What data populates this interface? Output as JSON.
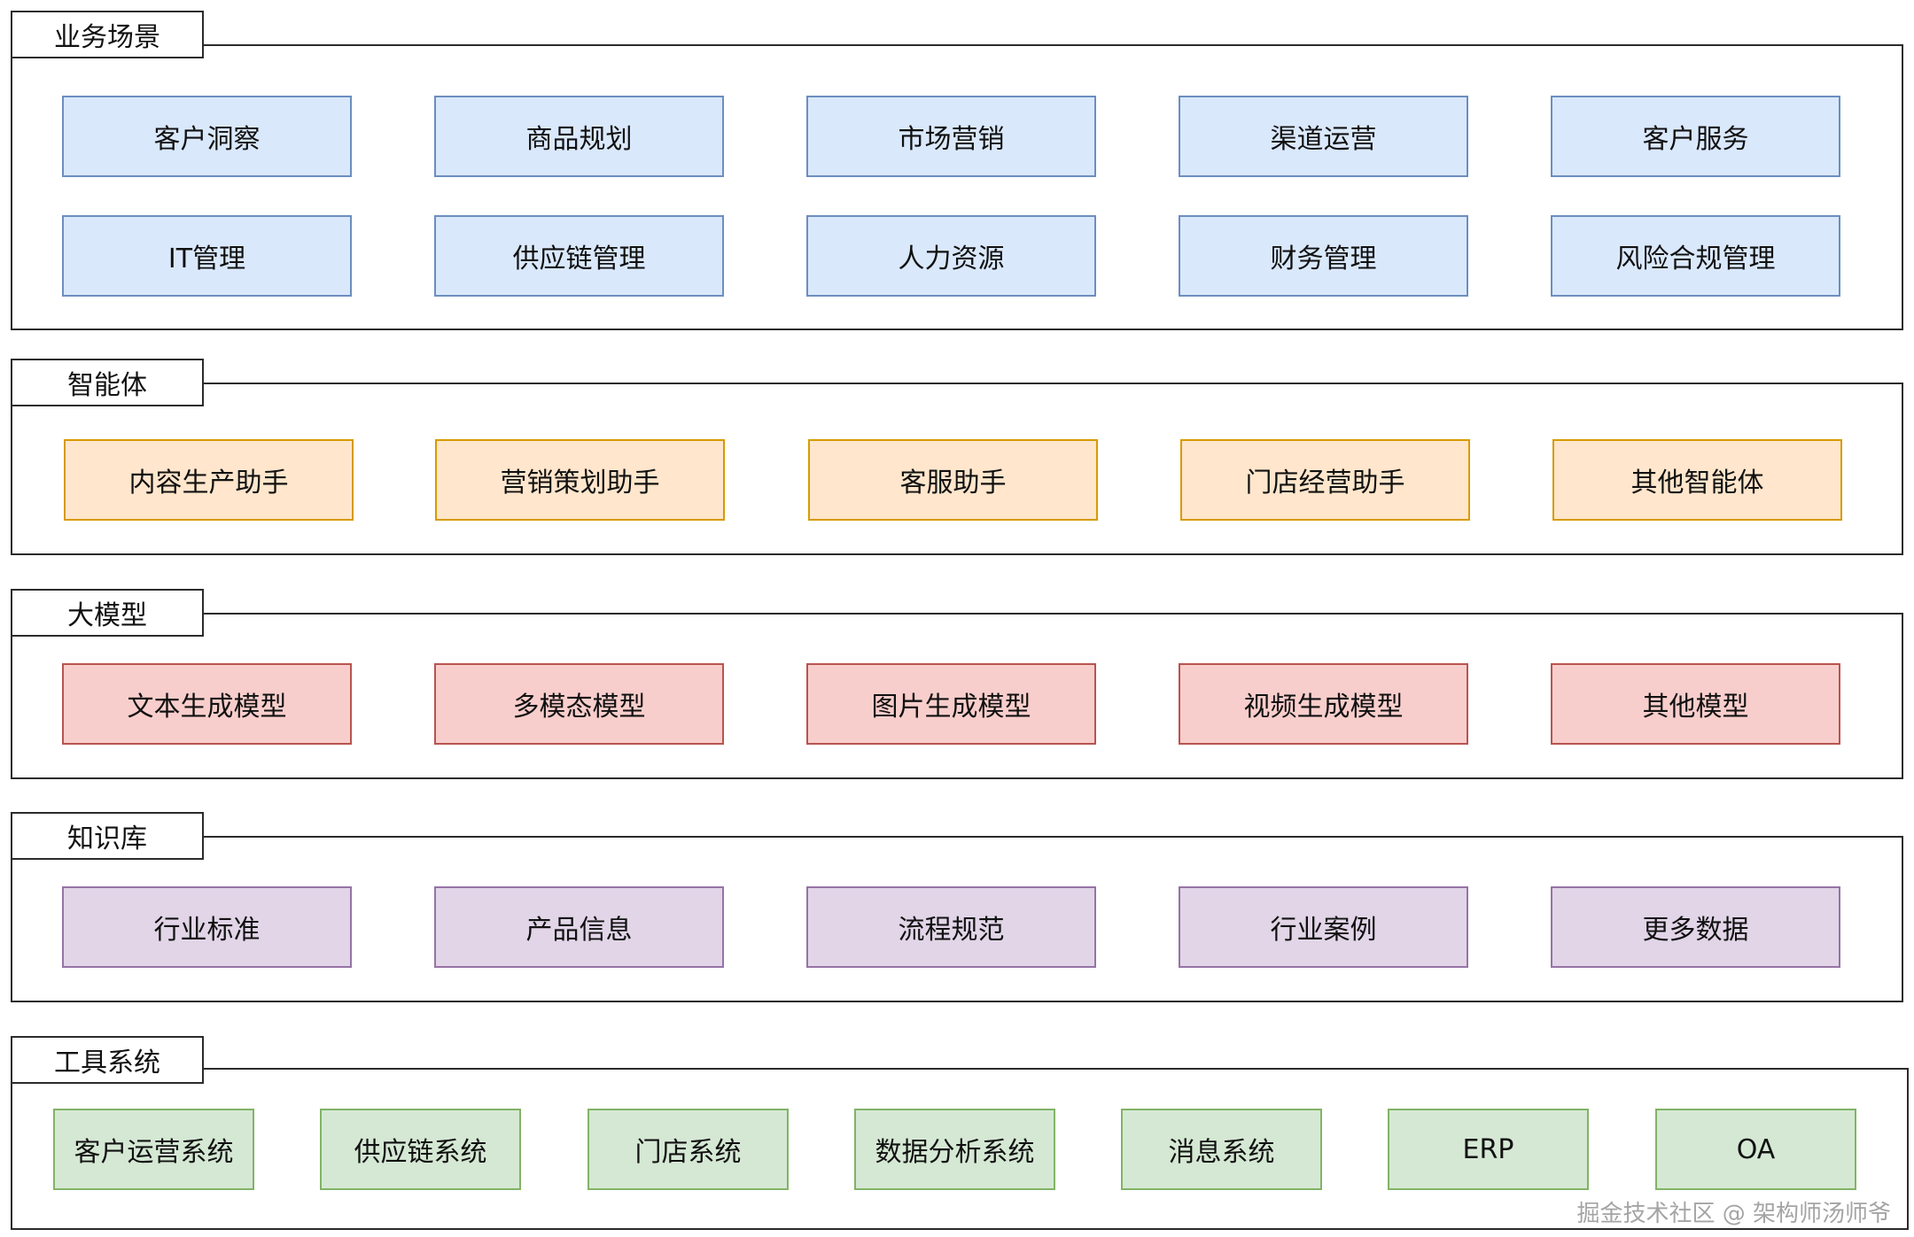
{
  "sections": {
    "business": {
      "title": "业务场景",
      "items": [
        "客户洞察",
        "商品规划",
        "市场营销",
        "渠道运营",
        "客户服务",
        "IT管理",
        "供应链管理",
        "人力资源",
        "财务管理",
        "风险合规管理"
      ]
    },
    "agents": {
      "title": "智能体",
      "items": [
        "内容生产助手",
        "营销策划助手",
        "客服助手",
        "门店经营助手",
        "其他智能体"
      ]
    },
    "models": {
      "title": "大模型",
      "items": [
        "文本生成模型",
        "多模态模型",
        "图片生成模型",
        "视频生成模型",
        "其他模型"
      ]
    },
    "knowledge": {
      "title": "知识库",
      "items": [
        "行业标准",
        "产品信息",
        "流程规范",
        "行业案例",
        "更多数据"
      ]
    },
    "tools": {
      "title": "工具系统",
      "items": [
        "客户运营系统",
        "供应链系统",
        "门店系统",
        "数据分析系统",
        "消息系统",
        "ERP",
        "OA"
      ]
    }
  },
  "watermark": "掘金技术社区 @ 架构师汤师爷",
  "colors": {
    "business_fill": "#dae8fc",
    "business_border": "#6c8ebf",
    "agents_fill": "#ffe6cc",
    "agents_border": "#d79b00",
    "models_fill": "#f8cecc",
    "models_border": "#b85450",
    "knowledge_fill": "#e1d5e7",
    "knowledge_border": "#9673a6",
    "tools_fill": "#d5e8d4",
    "tools_border": "#82b366"
  }
}
